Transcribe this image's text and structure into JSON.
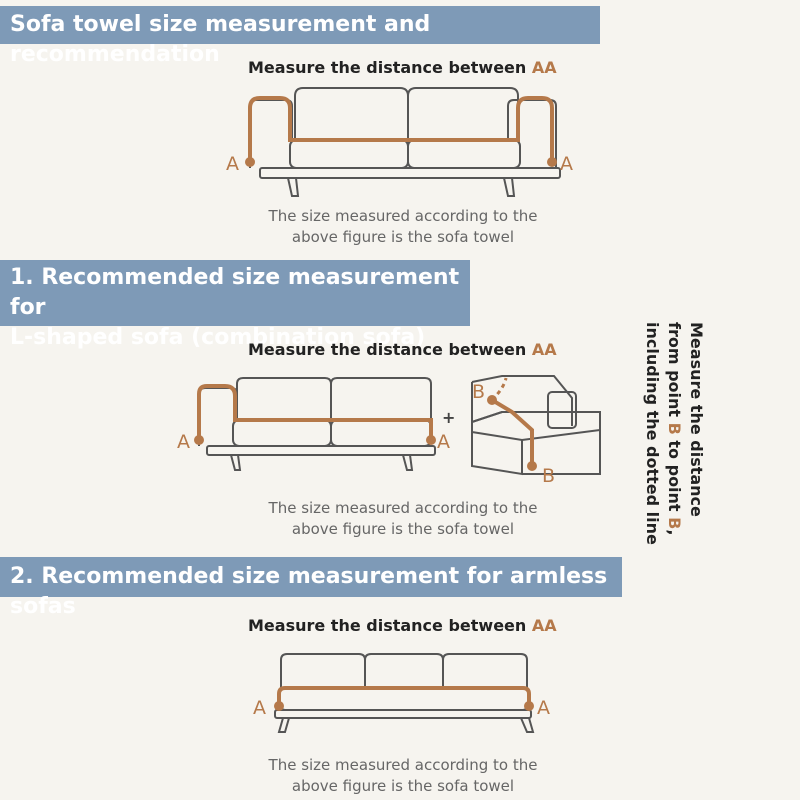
{
  "section1": {
    "title": "Sofa towel size measurement and recommendation",
    "measure_prefix": "Measure the distance between ",
    "measure_highlight": "AA",
    "point_label": "A",
    "caption_line1": "The size measured according to the",
    "caption_line2": "above figure is the sofa towel"
  },
  "section2": {
    "title_line1": "1. Recommended size measurement for",
    "title_line2": "L-shaped sofa (combination sofa)",
    "measure_prefix": "Measure the distance between ",
    "measure_highlight": "AA",
    "point_label_a": "A",
    "point_label_b": "B",
    "plus_sign": "+",
    "caption_line1": "The size measured according to the",
    "caption_line2": "above figure is the sofa towel",
    "side_note": {
      "line1": "Measure the distance",
      "line2_prefix": "from point ",
      "line2_b1": "B",
      "line2_mid": " to point ",
      "line2_b2": "B",
      "line2_suffix": ",",
      "line3": "including the dotted line"
    }
  },
  "section3": {
    "title": "2. Recommended size measurement for armless sofas",
    "measure_prefix": "Measure the distance between ",
    "measure_highlight": "AA",
    "point_label": "A",
    "caption_line1": "The size measured according to the",
    "caption_line2": "above figure is the sofa towel"
  },
  "colors": {
    "banner": "#7e9ab7",
    "accent": "#b5794a",
    "outline": "#555555"
  }
}
